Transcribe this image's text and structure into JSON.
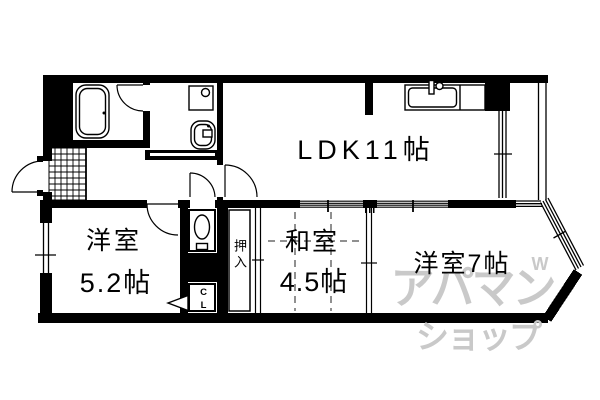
{
  "colors": {
    "line": "#000000",
    "background": "#ffffff",
    "watermark": "#c9c9c9"
  },
  "rooms": {
    "ldk": {
      "label": "LDK11帖"
    },
    "western_5_2": {
      "name": "洋室",
      "size": "5.2帖"
    },
    "japanese_4_5": {
      "name": "和室",
      "size": "4.5帖"
    },
    "western_7": {
      "label": "洋室7帖"
    },
    "oshiire": {
      "label": "押入"
    },
    "closet": {
      "label": "CL"
    }
  },
  "watermark": {
    "line1": "アパマン",
    "line2": "ショップ",
    "mark": "W"
  },
  "fixtures": {
    "bathtub": "bathtub-icon",
    "washing_machine": "washing-machine-pan-icon",
    "washbasin": "washbasin-icon",
    "toilet": "toilet-icon",
    "kitchen_sink": "kitchen-sink-icon",
    "entrance_tile": "genkan-tile-grid"
  }
}
